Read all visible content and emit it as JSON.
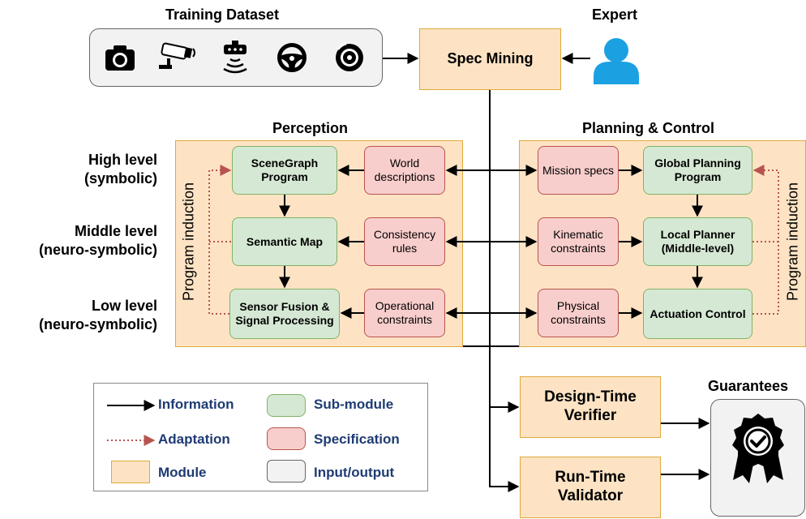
{
  "training_dataset": {
    "title": "Training Dataset",
    "icons": [
      "camera-icon",
      "security-camera-icon",
      "radar-sensor-icon",
      "steering-wheel-icon",
      "brake-disc-icon"
    ]
  },
  "spec_mining": "Spec Mining",
  "expert": {
    "label": "Expert",
    "icon": "person-icon"
  },
  "perception": {
    "title": "Perception",
    "submodules": [
      "SceneGraph Program",
      "Semantic Map",
      "Sensor Fusion & Signal Processing"
    ],
    "specs": [
      "World descriptions",
      "Consistency rules",
      "Operational constraints"
    ],
    "induction": "Program induction"
  },
  "planning": {
    "title": "Planning & Control",
    "submodules": [
      "Global Planning Program",
      "Local Planner (Middle-level)",
      "Actuation Control"
    ],
    "specs": [
      "Mission specs",
      "Kinematic constraints",
      "Physical constraints"
    ],
    "induction": "Program induction"
  },
  "levels": {
    "high": [
      "High level",
      "(symbolic)"
    ],
    "middle": [
      "Middle level",
      "(neuro-symbolic)"
    ],
    "low": [
      "Low level",
      "(neuro-symbolic)"
    ]
  },
  "design_time_verifier": [
    "Design-Time",
    "Verifier"
  ],
  "run_time_validator": [
    "Run-Time",
    "Validator"
  ],
  "guarantees": {
    "label": "Guarantees",
    "icon": "award-badge-icon"
  },
  "legend": {
    "information": "Information",
    "adaptation": "Adaptation",
    "module": "Module",
    "submodule": "Sub-module",
    "specification": "Specification",
    "input_output": "Input/output"
  },
  "colors": {
    "module_fill": "#fde3c4",
    "module_stroke": "#e0a93a",
    "sub_fill": "#d5e8d4",
    "sub_stroke": "#82b366",
    "spec_fill": "#f8cecc",
    "spec_stroke": "#b85450",
    "io_fill": "#f2f2f2",
    "adaptation": "#b85450",
    "legend_text": "#1f3b73",
    "expert": "#1ba1e2"
  }
}
